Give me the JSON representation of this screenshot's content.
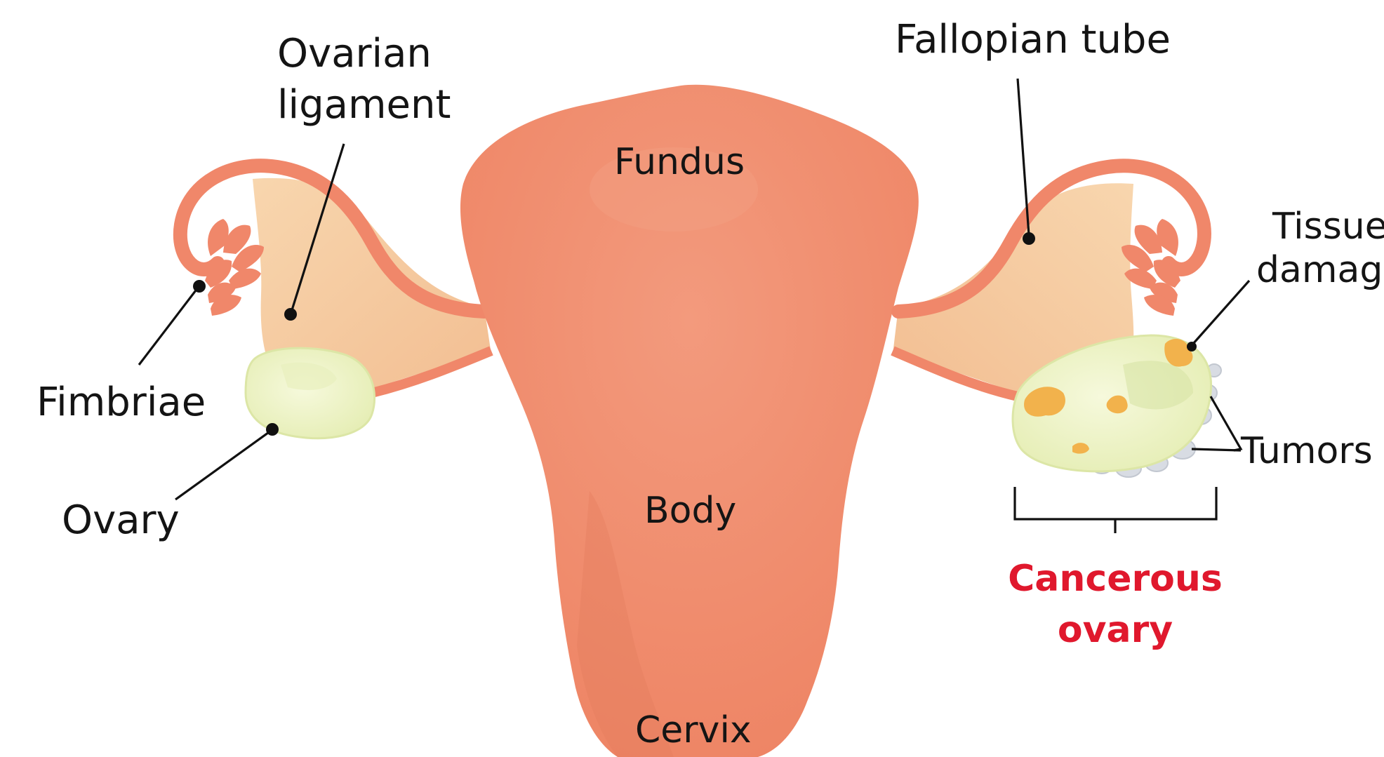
{
  "labels": {
    "ovarian_ligament_line1": "Ovarian",
    "ovarian_ligament_line2": "ligament",
    "fallopian_tube": "Fallopian tube",
    "fundus": "Fundus",
    "body": "Body",
    "cervix": "Cervix",
    "fimbriae": "Fimbriae",
    "ovary": "Ovary",
    "tissue_damage_line1": "Tissue",
    "tissue_damage_line2": "damage",
    "tumors": "Tumors",
    "cancerous_ovary_line1": "Cancerous",
    "cancerous_ovary_line2": "ovary"
  },
  "colors": {
    "uterus": "#F0876A",
    "uterus_highlight": "#F6A083",
    "ligament": "#F5C89E",
    "ovary": "#EEF3C4",
    "ovary_outline": "#D9E3A3",
    "tissue_damage": "#F2B24C",
    "tumor": "#D8DCE3",
    "alert_text": "#E0182D"
  }
}
